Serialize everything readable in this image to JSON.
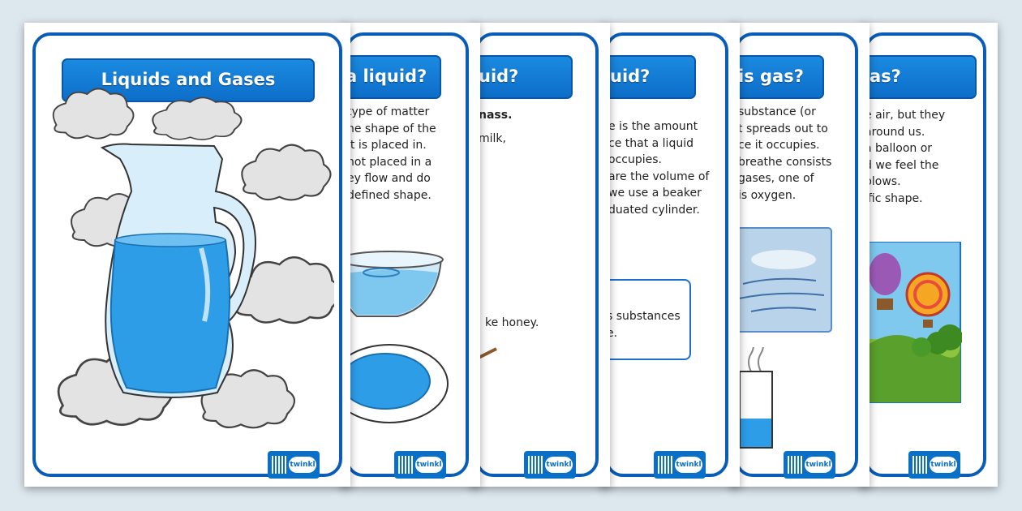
{
  "posters": {
    "p1": {
      "title": "Liquids and Gases",
      "logo": "twinkl"
    },
    "p2": {
      "title": "a liquid?",
      "lines": [
        "type of matter",
        "he shape of the",
        "it is placed in.",
        "not placed in a",
        "ey flow and do",
        "defined shape."
      ],
      "logo": "twinkl"
    },
    "p3": {
      "title": "uid?",
      "lines": [
        "nass.",
        "milk,",
        "ke honey."
      ],
      "logo": "twinkl"
    },
    "p4": {
      "title": "uid?",
      "lines": [
        "e is the amount",
        "ce that a liquid",
        "occupies.",
        "are the volume of",
        "we use a beaker",
        "duated cylinder."
      ],
      "box_lines": [
        "s substances",
        "e."
      ],
      "logo": "twinkl"
    },
    "p5": {
      "title": "is gas?",
      "lines": [
        "substance (or",
        "t spreads out to",
        "ce it occupies.",
        "breathe consists",
        "gases, one of",
        "is oxygen."
      ],
      "logo": "twinkl"
    },
    "p6": {
      "title": "as?",
      "lines": [
        "e air, but they",
        "around us.",
        "a balloon or",
        "d we feel the",
        "blows.",
        "ific shape."
      ],
      "logo": "twinkl"
    }
  },
  "colors": {
    "frame": "#0a5cb6",
    "banner": "#1b8ae0",
    "water": "#2d9de8",
    "cloud": "#e3e3e3",
    "background": "#dde7ee"
  },
  "icons": [
    "cloud-icon",
    "jug-icon",
    "bowl-icon",
    "plate-icon",
    "balloon-icon",
    "beaker-icon",
    "wind-icon",
    "qr-code-icon",
    "twinkl-logo"
  ]
}
